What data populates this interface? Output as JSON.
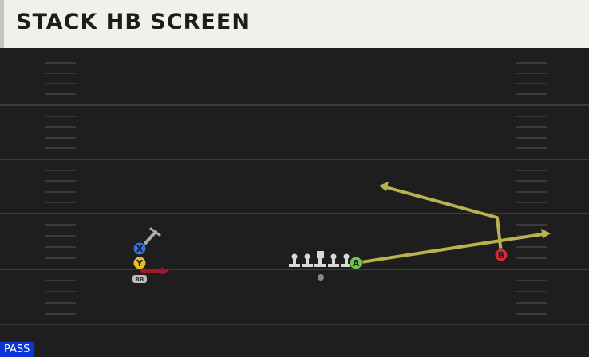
{
  "title": "STACK HB SCREEN",
  "play_type": "PASS",
  "colors": {
    "route": "#b9b34a",
    "block": "#9e1a2a",
    "field": "#1e1e1e",
    "lines": "#3d3d3d",
    "title_bg": "#f2f0ea",
    "badge_bg": "#0a34d6"
  },
  "receivers": [
    {
      "button": "X",
      "color": "#3a6fd8",
      "route": "short hitch"
    },
    {
      "button": "Y",
      "color": "#e5c020",
      "route": "pass block"
    },
    {
      "button": "A",
      "color": "#6cc24a",
      "route": "drag across"
    },
    {
      "button": "B",
      "color": "#d8283a",
      "route": "whip to corner"
    }
  ],
  "rb_label": "RB"
}
